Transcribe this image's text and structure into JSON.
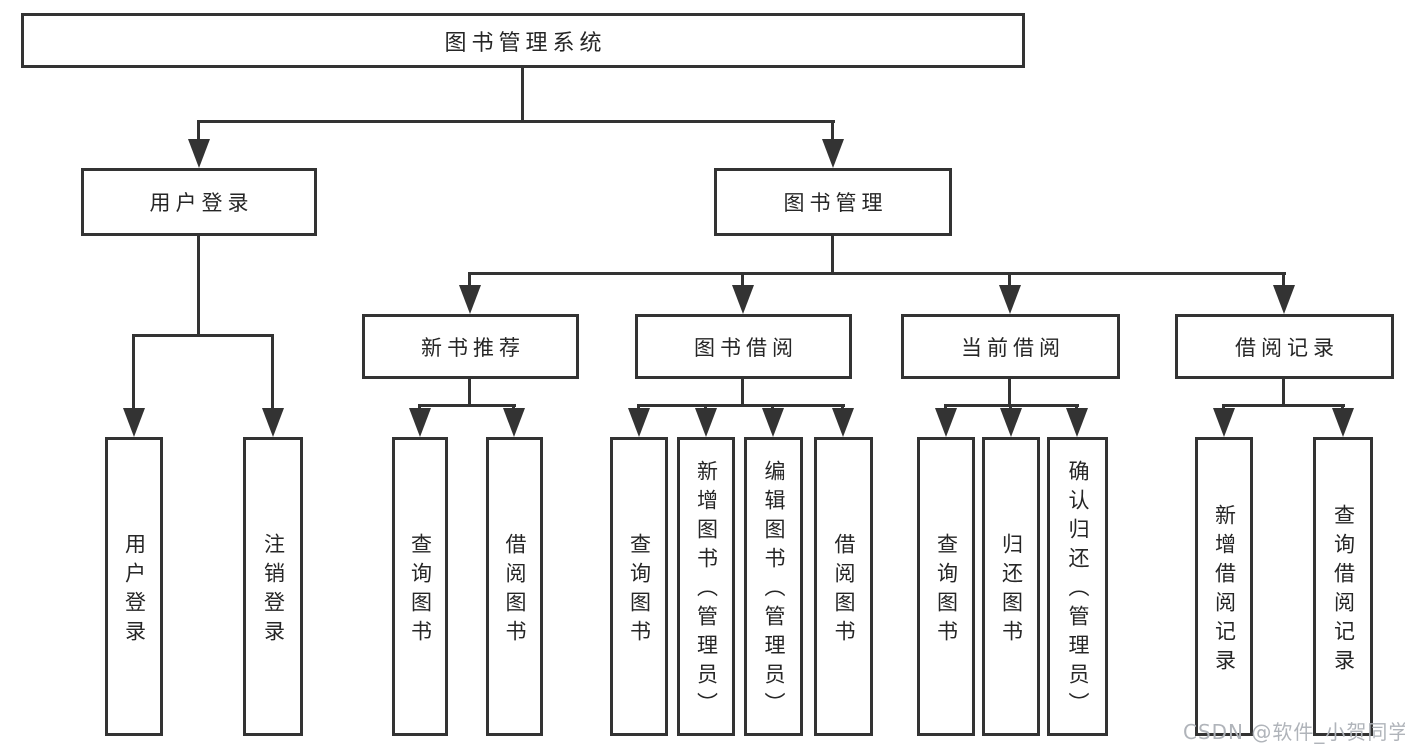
{
  "tree": {
    "root": {
      "label": "图书管理系统",
      "children": [
        {
          "label": "用户登录",
          "children": [
            {
              "label": "用户登录"
            },
            {
              "label": "注销登录"
            }
          ]
        },
        {
          "label": "图书管理",
          "children": [
            {
              "label": "新书推荐",
              "children": [
                {
                  "label": "查询图书"
                },
                {
                  "label": "借阅图书"
                }
              ]
            },
            {
              "label": "图书借阅",
              "children": [
                {
                  "label": "查询图书"
                },
                {
                  "label": "新增图书（管理员）"
                },
                {
                  "label": "编辑图书（管理员）"
                },
                {
                  "label": "借阅图书"
                }
              ]
            },
            {
              "label": "当前借阅",
              "children": [
                {
                  "label": "查询图书"
                },
                {
                  "label": "归还图书"
                },
                {
                  "label": "确认归还（管理员）"
                }
              ]
            },
            {
              "label": "借阅记录",
              "children": [
                {
                  "label": "新增借阅记录"
                },
                {
                  "label": "查询借阅记录"
                }
              ]
            }
          ]
        }
      ]
    }
  },
  "watermark": {
    "text": "CSDN @软件_小贺同学"
  },
  "colors": {
    "line": "#333333",
    "text": "#262626",
    "background": "#ffffff",
    "watermark": "#b0b4ba"
  }
}
